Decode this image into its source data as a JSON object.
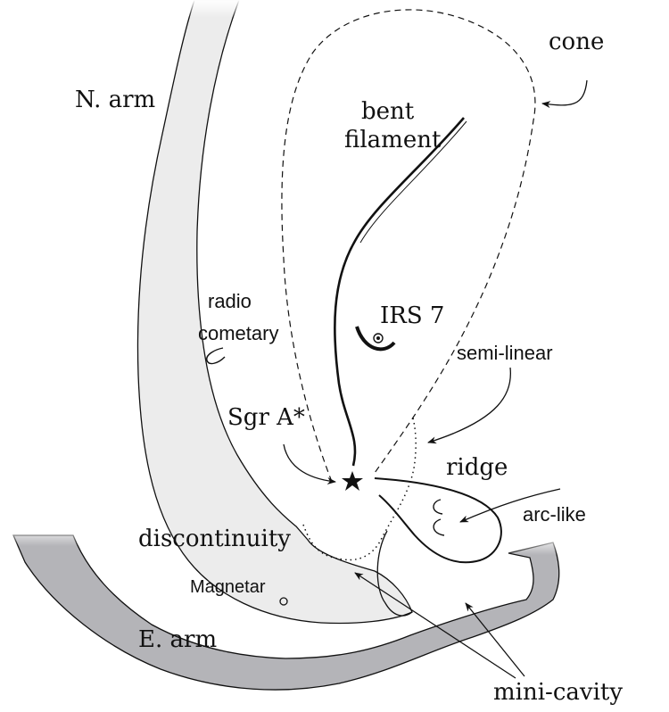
{
  "labels": {
    "cone": "cone",
    "n_arm": "N. arm",
    "bent_filament_line1": "bent",
    "bent_filament_line2": "filament",
    "radio_cometary_line1": "radio",
    "radio_cometary_line2": "cometary",
    "irs7": "IRS 7",
    "semi_linear": "semi-linear",
    "sgr_a": "Sgr A*",
    "ridge": "ridge",
    "arc_like": "arc-like",
    "discontinuity": "discontinuity",
    "magnetar": "Magnetar",
    "e_arm": "E. arm",
    "mini_cavity": "mini-cavity"
  },
  "colors": {
    "n_arm_fill": "#ececec",
    "e_arm_fill": "#b4b4b8",
    "stroke": "#111111"
  }
}
